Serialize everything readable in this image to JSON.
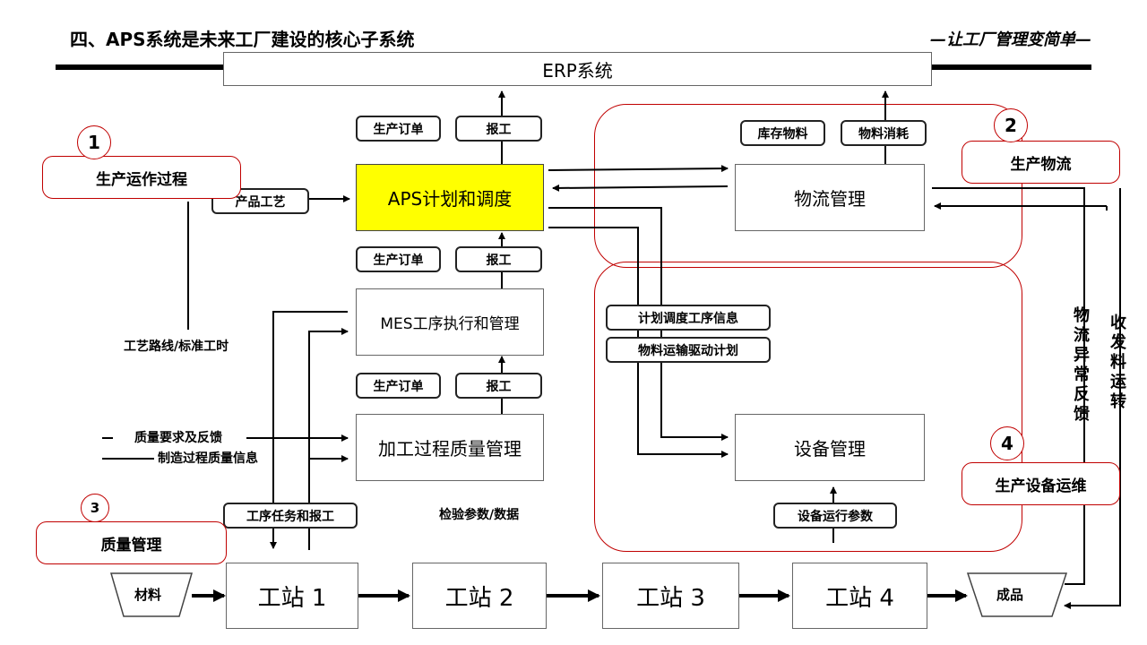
{
  "header": {
    "title": "四、APS系统是未来工厂建设的核心子系统",
    "slogan": "—让工厂管理变简单—"
  },
  "systems": {
    "erp": "ERP系统",
    "aps": "APS计划和调度",
    "logistics": "物流管理",
    "mes": "MES工序执行和管理",
    "quality": "加工过程质量管理",
    "equipment": "设备管理"
  },
  "tags": {
    "order1": "生产订单",
    "report1": "报工",
    "order2": "生产订单",
    "report2": "报工",
    "order3": "生产订单",
    "report3": "报工",
    "inventory": "库存物料",
    "consumption": "物料消耗",
    "process": "产品工艺",
    "schedule_info": "计划调度工序信息",
    "transport_plan": "物料运输驱动计划",
    "task_report": "工序任务和报工",
    "equip_params": "设备运行参数"
  },
  "labels": {
    "route": "工艺路线/标准工时",
    "quality_req": "质量要求及反馈",
    "quality_info": "制造过程质量信息",
    "inspection": "检验参数/数据",
    "logistics_feedback": "物流异常反馈",
    "material_transfer": "收发料运转"
  },
  "callouts": [
    {
      "num": "1",
      "text": "生产运作过程"
    },
    {
      "num": "2",
      "text": "生产物流"
    },
    {
      "num": "3",
      "text": "质量管理"
    },
    {
      "num": "4",
      "text": "生产设备运维"
    }
  ],
  "line": {
    "material": "材料",
    "stations": [
      "工站 1",
      "工站 2",
      "工站 3",
      "工站 4"
    ],
    "product": "成品"
  },
  "colors": {
    "aps_fill": "#ffff00",
    "region_border": "#c00000",
    "arrow": "#000000"
  }
}
